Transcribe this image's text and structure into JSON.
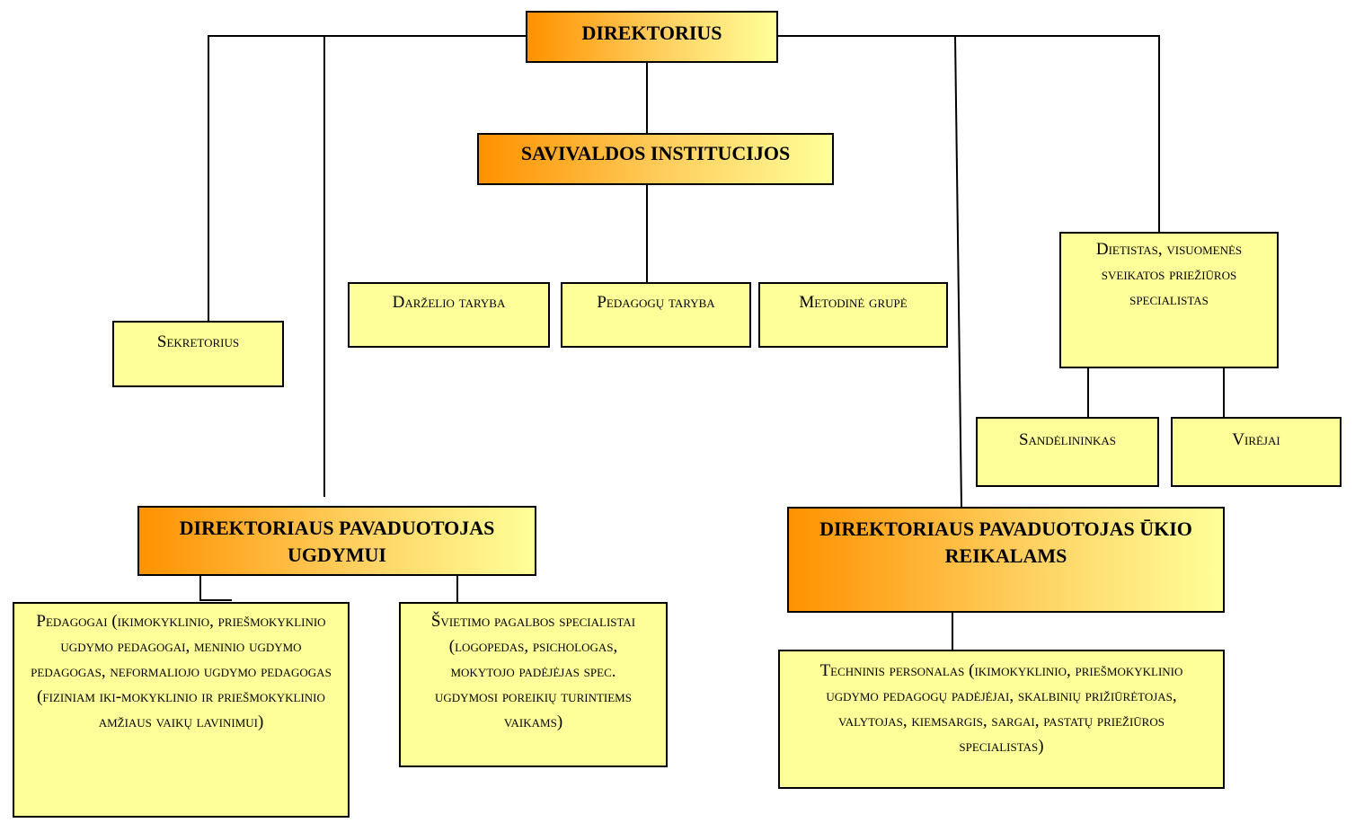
{
  "director": "DIREKTORIUS",
  "self_gov": "SAVIVALDOS INSTITUCIJOS",
  "councils": [
    "Darželio taryba",
    "Pedagogų taryba",
    "Metodinė grupė"
  ],
  "secretary": "Sekretorius",
  "dietitian": "Dietistas, visuomenės sveikatos priežiūros specialistas",
  "storekeeper": "Sandėlininkas",
  "cooks": "Virėjai",
  "deputy_edu": "DIREKTORIAUS PAVADUOTOJAS UGDYMUI",
  "deputy_econ": "DIREKTORIAUS PAVADUOTOJAS ŪKIO REIKALAMS",
  "teachers": "Pedagogai (ikimokyklinio, priešmokyklinio ugdymo pedagogai, meninio ugdymo pedagogas, neformaliojo ugdymo pedagogas (fiziniam iki-mokyklinio ir priešmokyklinio amžiaus vaikų lavinimui)",
  "support": "Švietimo pagalbos specialistai (logopedas, psichologas, mokytojo padėjėjas spec. ugdymosi poreikių turintiems vaikams)",
  "technical": "Techninis personalas (ikimokyklinio, priešmokyklinio ugdymo pedagogų padėjėjai, skalbinių prižiūrėtojas, valytojas, kiemsargis, sargai, pastatų priežiūros specialistas)"
}
